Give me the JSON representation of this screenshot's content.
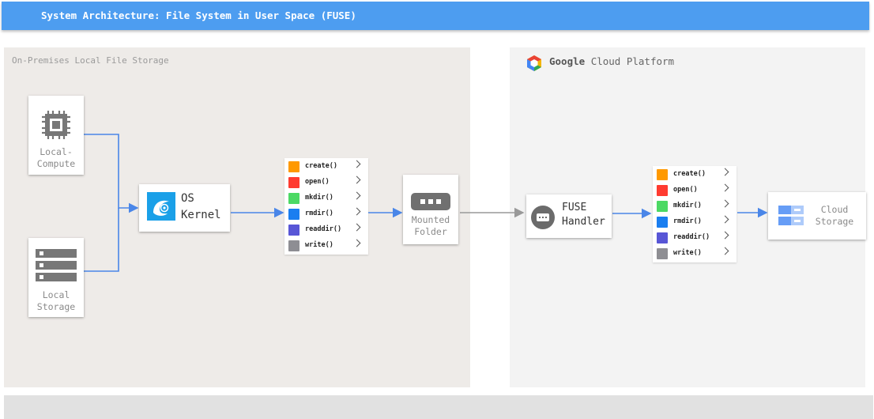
{
  "header": {
    "title": "System Architecture: File System in User Space (FUSE)"
  },
  "colors": {
    "header": "#4d9df0",
    "connector_blue": "#4a86e8",
    "connector_gray": "#999999"
  },
  "zones": {
    "onprem": {
      "label": "On-Premises Local File Storage"
    },
    "gcp": {
      "brand": "Google",
      "label": "Cloud Platform",
      "logo_icon": "google-cloud-hexagon-icon"
    }
  },
  "nodes": {
    "compute": {
      "label_line1": "Local-",
      "label_line2": "Compute",
      "icon": "chip-icon"
    },
    "storage": {
      "label_line1": "Local",
      "label_line2": "Storage",
      "icon": "server-stack-icon"
    },
    "kernel": {
      "label_line1": "OS",
      "label_line2": "Kernel",
      "icon": "os-kernel-icon"
    },
    "mounted": {
      "label_line1": "Mounted",
      "label_line2": "Folder",
      "icon": "folder-dots-icon"
    },
    "fuse": {
      "label_line1": "FUSE",
      "label_line2": "Handler",
      "icon": "fuse-handler-icon"
    },
    "cloud": {
      "label_line1": "Cloud",
      "label_line2": "Storage",
      "icon": "cloud-storage-icon"
    }
  },
  "operations_left": [
    {
      "name": "create()",
      "color": "#ff9900"
    },
    {
      "name": "open()",
      "color": "#ff3b30"
    },
    {
      "name": "mkdir()",
      "color": "#4cd964"
    },
    {
      "name": "rmdir()",
      "color": "#1a7ef0"
    },
    {
      "name": "readdir()",
      "color": "#5856d6"
    },
    {
      "name": "write()",
      "color": "#8e8e93"
    }
  ],
  "operations_right": [
    {
      "name": "create()",
      "color": "#ff9900"
    },
    {
      "name": "open()",
      "color": "#ff3b30"
    },
    {
      "name": "mkdir()",
      "color": "#4cd964"
    },
    {
      "name": "rmdir()",
      "color": "#1a7ef0"
    },
    {
      "name": "readdir()",
      "color": "#5856d6"
    },
    {
      "name": "write()",
      "color": "#8e8e93"
    }
  ]
}
